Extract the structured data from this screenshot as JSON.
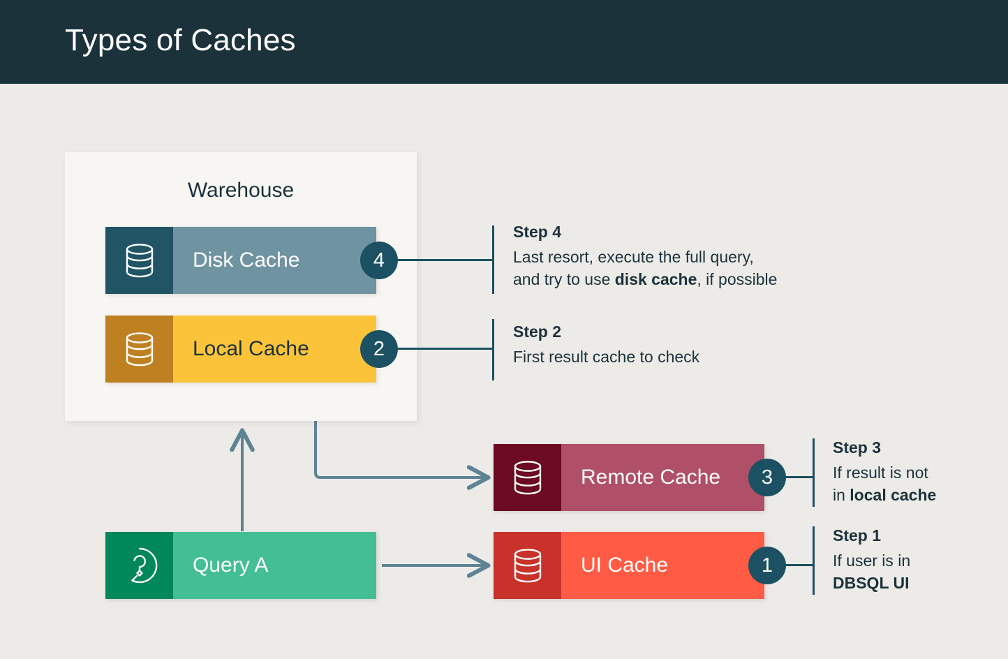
{
  "header": {
    "title": "Types of Caches"
  },
  "warehouse": {
    "label": "Warehouse"
  },
  "colors": {
    "page_background": "#ECEBE8",
    "header_background": "#1C323B",
    "panel_background": "#F7F6F2",
    "badge": "#1B5162",
    "connector": "#1B5162",
    "arrow": "#5E8494",
    "disk_cache_icon": "#215464",
    "disk_cache_body": "#6F93A1",
    "local_cache_icon": "#BF8021",
    "local_cache_body": "#FBC33A",
    "remote_cache_icon": "#6B0A20",
    "remote_cache_body": "#B04F68",
    "ui_cache_icon": "#C8322A",
    "ui_cache_body": "#FF5B45",
    "query_icon": "#00875A",
    "query_body": "#44BE94"
  },
  "nodes": {
    "disk_cache": {
      "label": "Disk Cache",
      "icon": "database-icon",
      "badge": "4"
    },
    "local_cache": {
      "label": "Local Cache",
      "icon": "database-icon",
      "badge": "2"
    },
    "remote_cache": {
      "label": "Remote Cache",
      "icon": "database-icon",
      "badge": "3"
    },
    "ui_cache": {
      "label": "UI Cache",
      "icon": "database-icon",
      "badge": "1"
    },
    "query": {
      "label": "Query A",
      "icon": "question-circle-icon"
    }
  },
  "steps": [
    {
      "id": "step-4",
      "title": "Step 4",
      "desc_part1": "Last resort, execute the full query,\nand try to use ",
      "desc_bold": "disk cache",
      "desc_part2": ", if possible"
    },
    {
      "id": "step-2",
      "title": "Step 2",
      "desc_part1": "First result cache to check",
      "desc_bold": "",
      "desc_part2": ""
    },
    {
      "id": "step-3",
      "title": "Step 3",
      "desc_part1": "If result is not\nin ",
      "desc_bold": "local cache",
      "desc_part2": ""
    },
    {
      "id": "step-1",
      "title": "Step 1",
      "desc_part1": "If user is in\n",
      "desc_bold": "DBSQL UI",
      "desc_part2": ""
    }
  ]
}
